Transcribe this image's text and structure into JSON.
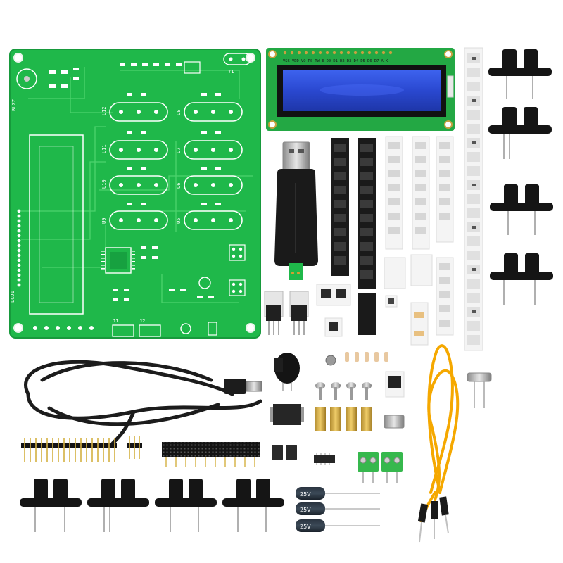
{
  "image": {
    "subject": "electronics-diy-kit-flat-lay",
    "background_color": "#ffffff",
    "pcb_color": "#1fb84a",
    "pcb_trace_color": "#54d873",
    "lcd_backlight_color": "#2d4fd8",
    "usb_cable_color": "#1c1c1c",
    "jumper_wire_color": "#f5a800",
    "terminal_block_color": "#36b84d"
  },
  "pcb_labels": {
    "relay_top_left": "U12",
    "relay_top_right": "U8",
    "relay_mid_left": "U11",
    "relay_mid_right": "U7",
    "relay_low_left": "U10",
    "relay_low_right": "U6",
    "relay_bot_left": "U9",
    "relay_bot_right": "U5",
    "header_a": "J1",
    "header_b": "J2",
    "buzzer": "BUZZ",
    "lcd_header": "LCD1",
    "crystal": "Y1"
  },
  "lcd_module": {
    "pin_labels": "VSS VDD VO RS RW E D0 D1 D2 D3 D4 D5 D6 D7 A K",
    "icon": "lcd1602-display-icon"
  },
  "capacitors": {
    "rating": "25V"
  },
  "components": {
    "sensors_right": 4,
    "sensors_bottom": 4,
    "brass_standoffs": 4,
    "screws": 4,
    "capacitors": 3,
    "terminal_blocks": 2,
    "tactile_buttons": 2
  }
}
